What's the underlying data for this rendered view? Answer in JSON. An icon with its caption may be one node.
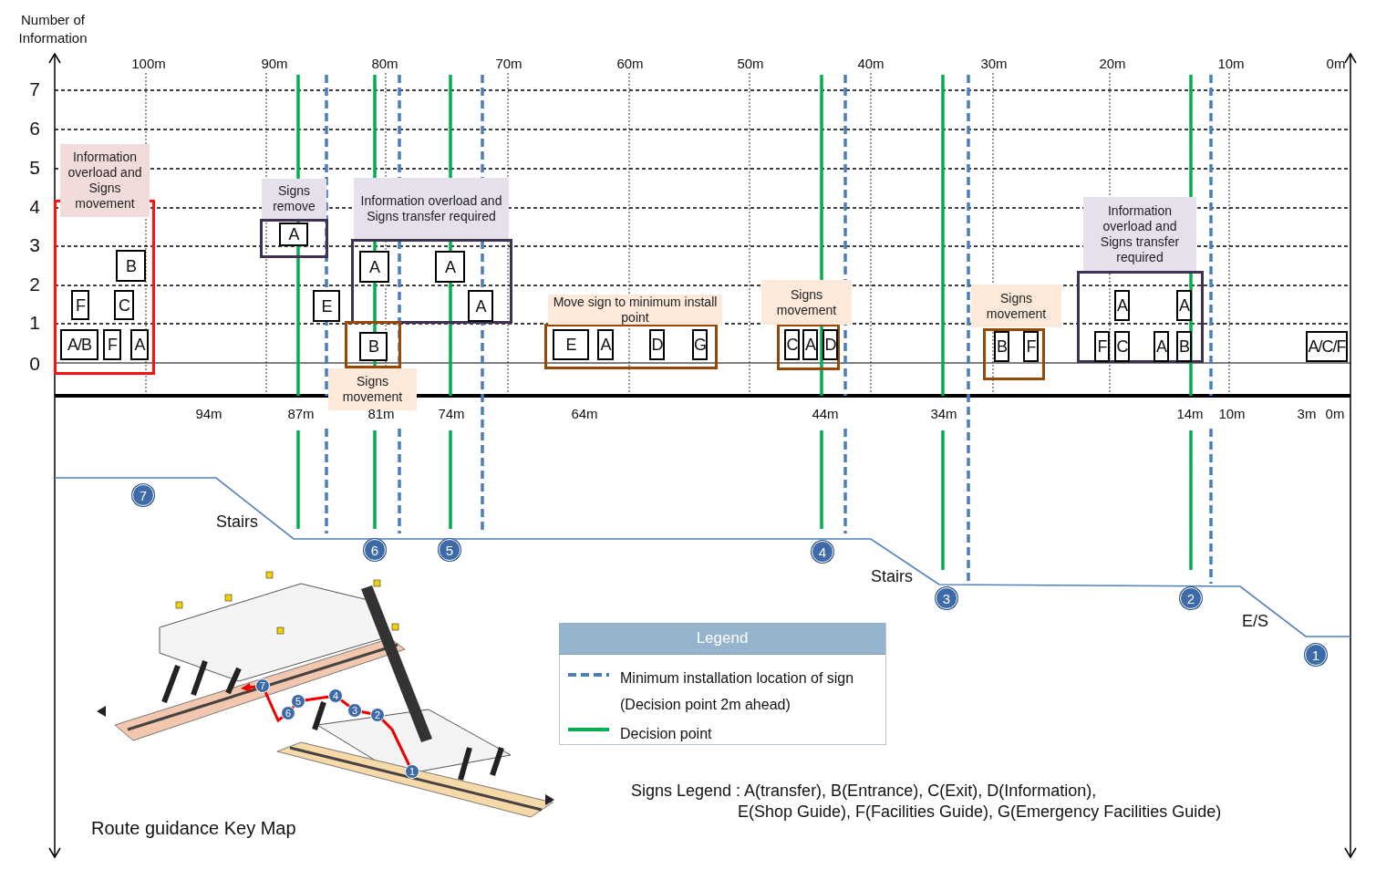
{
  "diagram": {
    "nodes": [
      {
        "text": [
          "Information overload and Signs movement"
        ]
      },
      {
        "text": [
          "B"
        ],
        "in": 0
      },
      {
        "text": [
          "F"
        ],
        "in": 0
      },
      {
        "text": [
          "C"
        ],
        "in": 0
      },
      {
        "text": [
          "A/B"
        ],
        "in": 0
      },
      {
        "text": [
          "F"
        ],
        "in": 0
      },
      {
        "text": [
          "A"
        ],
        "in": 0
      },
      {
        "text": [
          "Signs remove"
        ]
      },
      {
        "text": [
          "A"
        ],
        "in": 7
      },
      {
        "text": [
          "E"
        ]
      },
      {
        "text": [
          "Information overload and Signs transfer required"
        ]
      },
      {
        "text": [
          "A"
        ],
        "in": 10
      },
      {
        "text": [
          "A"
        ],
        "in": 10
      },
      {
        "text": [
          "A"
        ],
        "in": 10
      },
      {
        "text": [
          "Signs movement"
        ]
      },
      {
        "text": [
          "B"
        ],
        "in": 14
      },
      {
        "text": [
          "Move sign to minimum install point"
        ]
      },
      {
        "text": [
          "E"
        ],
        "in": 16
      },
      {
        "text": [
          "A"
        ],
        "in": 16
      },
      {
        "text": [
          "D"
        ],
        "in": 16
      },
      {
        "text": [
          "G"
        ],
        "in": 16
      },
      {
        "text": [
          "Signs movement"
        ]
      },
      {
        "text": [
          "C"
        ],
        "in": 21
      },
      {
        "text": [
          "A"
        ],
        "in": 21
      },
      {
        "text": [
          "D"
        ],
        "in": 21
      },
      {
        "text": [
          "Signs movement"
        ]
      },
      {
        "text": [
          "B"
        ],
        "in": 25
      },
      {
        "text": [
          "F"
        ],
        "in": 25
      },
      {
        "text": [
          "Information overload and Signs transfer required"
        ]
      },
      {
        "text": [
          "A"
        ],
        "in": 28
      },
      {
        "text": [
          "A"
        ],
        "in": 28
      },
      {
        "text": [
          "F"
        ],
        "in": 28
      },
      {
        "text": [
          "C"
        ],
        "in": 28
      },
      {
        "text": [
          "A"
        ],
        "in": 28
      },
      {
        "text": [
          "B"
        ],
        "in": 28
      },
      {
        "text": [
          "A/C/F"
        ]
      },
      {
        "text": [
          "7"
        ]
      },
      {
        "text": [
          "6"
        ]
      },
      {
        "text": [
          "5"
        ]
      },
      {
        "text": [
          "4"
        ]
      },
      {
        "text": [
          "3"
        ]
      },
      {
        "text": [
          "2"
        ]
      },
      {
        "text": [
          "1"
        ]
      }
    ],
    "labels": [
      "Number of Information",
      "7",
      "6",
      "5",
      "4",
      "3",
      "2",
      "1",
      "0",
      "100m",
      "90m",
      "80m",
      "70m",
      "60m",
      "50m",
      "40m",
      "30m",
      "20m",
      "10m",
      "0m",
      "94m",
      "87m",
      "81m",
      "74m",
      "64m",
      "44m",
      "34m",
      "14m",
      "10m",
      "3m",
      "0m",
      "Stairs",
      "Stairs",
      "E/S",
      "Legend",
      "Route guidance Key Map",
      "Signs Legend : A(transfer), B(Entrance), C(Exit), D(Information),",
      "E(Shop Guide), F(Facilities Guide), G(Emergency Facilities Guide)",
      "7",
      "6",
      "5",
      "4",
      "3",
      "2",
      "1"
    ],
    "legend": [
      {
        "text": "Minimum installation location of sign (Decision point 2m ahead)"
      },
      {
        "text": "Decision point"
      }
    ]
  }
}
